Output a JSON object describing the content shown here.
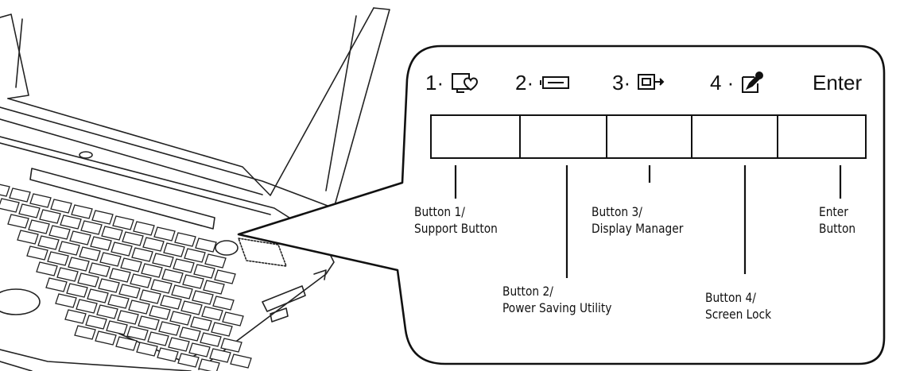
{
  "headers": {
    "h1": {
      "num": "1·",
      "icon": "support-icon"
    },
    "h2": {
      "num": "2·",
      "icon": "battery-icon"
    },
    "h3": {
      "num": "3·",
      "icon": "display-manager-icon"
    },
    "h4": {
      "num": "4 ·",
      "icon": "screen-lock-icon"
    },
    "enter": "Enter"
  },
  "labels": {
    "button1": {
      "line1": "Button 1/",
      "line2": "Support Button"
    },
    "button2": {
      "line1": "Button 2/",
      "line2": "Power Saving Utility"
    },
    "button3": {
      "line1": "Button 3/",
      "line2": "Display Manager"
    },
    "button4": {
      "line1": "Button 4/",
      "line2": "Screen Lock"
    },
    "enter": {
      "line1": "Enter",
      "line2": "Button"
    }
  }
}
